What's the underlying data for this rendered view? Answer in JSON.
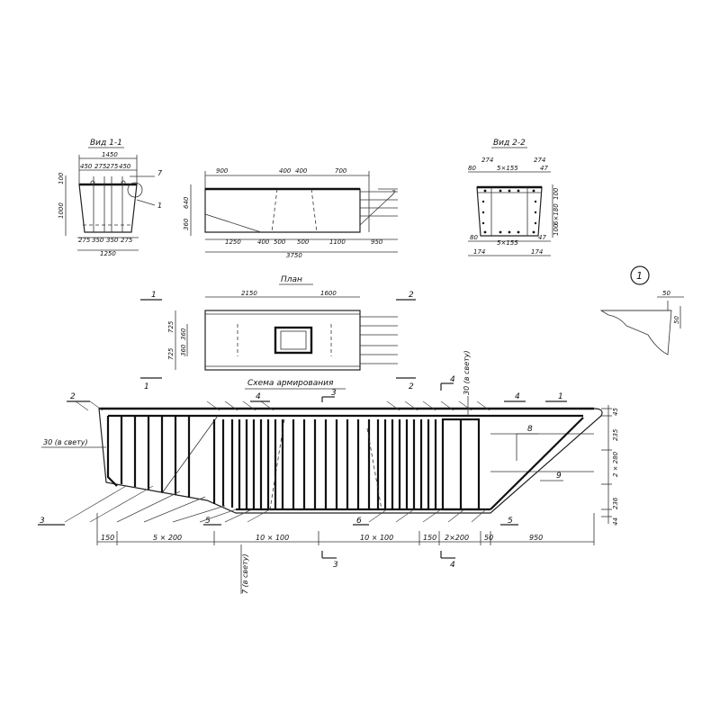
{
  "views": {
    "view1_title": "Вид 1-1",
    "view2_title": "Вид 2-2",
    "plan_title": "План",
    "scheme_title": "Схема армирования",
    "node_mark": "1"
  },
  "dims_view1": {
    "top_total": "1450",
    "top_a": "450",
    "top_b": "275",
    "top_c": "275",
    "top_d": "450",
    "left_a": "100",
    "left_b": "1000",
    "bot_a": "275",
    "bot_b": "350",
    "bot_c": "350",
    "bot_d": "275",
    "bot_total": "1250",
    "mark_7": "7",
    "mark_1": "1"
  },
  "dims_side": {
    "top_a": "900",
    "top_b": "400",
    "top_c": "400",
    "top_d": "700",
    "left_a": "640",
    "left_b": "360",
    "bot_a": "1250",
    "bot_b": "400",
    "bot_c": "500",
    "bot_d": "500",
    "bot_e": "1100",
    "bot_f": "950",
    "total": "3750"
  },
  "dims_view2": {
    "top_a": "274",
    "top_b": "274",
    "top_c": "80",
    "top_d": "5×155",
    "top_e": "47",
    "right_a": "100",
    "right_b": "6×180",
    "right_c": "100",
    "bot_a": "80",
    "bot_b": "5×155",
    "bot_c": "47",
    "bot_d": "174",
    "bot_e": "174"
  },
  "dims_plan": {
    "top_a": "2150",
    "top_b": "1600",
    "left_a": "725",
    "left_b": "725",
    "inner_a": "360",
    "inner_b": "360",
    "sec1": "1",
    "sec2": "2"
  },
  "dims_node": {
    "a": "50",
    "b": "50"
  },
  "dims_scheme": {
    "bot_a": "150",
    "bot_b": "5 × 200",
    "bot_c": "10 × 100",
    "bot_d": "10 × 100",
    "bot_e": "150",
    "bot_f": "2×200",
    "bot_g": "50",
    "bot_h": "950",
    "right_a": "45",
    "right_b": "235",
    "right_c": "2 × 280",
    "right_d": "236",
    "right_e": "44",
    "clear_left": "30 (в свету)",
    "clear_top": "30 (в свету)",
    "clear_bot": "7 (в свету)",
    "m1": "1",
    "m2": "2",
    "m3": "3",
    "m4": "4",
    "m5": "5",
    "m6": "6",
    "m8": "8",
    "m9": "9",
    "sec3": "3",
    "sec4": "4"
  }
}
